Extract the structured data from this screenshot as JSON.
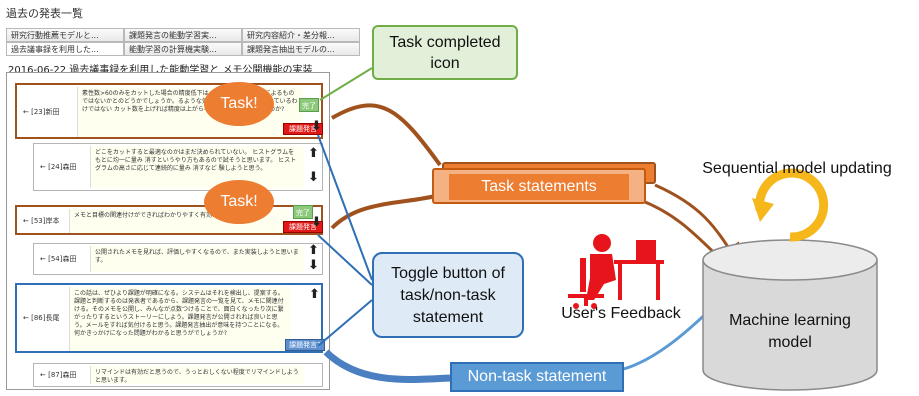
{
  "screen": {
    "page_title": "過去の発表一覧",
    "tabs_row1": [
      "研究行動推薦モデルと...",
      "課題発言の能動学習実...",
      "研究内容紹介・差分報..."
    ],
    "tabs_row2": [
      "過去議事録を利用した...",
      "能動学習の計算機実験...",
      "課題発言抽出モデルの..."
    ],
    "meeting_title": "2016-06-22 過去議事録を利用した能動学習と メモ公開機能の実装",
    "messages": [
      {
        "speaker": "← [23]新田",
        "text": "素性数>60のみをカットした場合の精度低下は、動機力を増す ことによるものではないかとのどうかでしょうか。るような気がするということを言っているわけではない カット数を上げれば精度は上がらないのか? 今がベストなのか?"
      },
      {
        "speaker": "← [24]森田",
        "text": "どこをカットすると最適なのかはまだ決められていない。 ヒストグラムをもとに均一に量み 消すというやり方もあるので試そうと思います。 ヒストグラムの高さに応じて連続的に量み 消すなど 験しようと思う。"
      },
      {
        "speaker": "← [53]岸本",
        "text": "メモと目標の関連付けができればわかりやすく有効"
      },
      {
        "speaker": "← [54]森田",
        "text": "公開されたメモを見れば、評価しやすくなるので、また実装しようと思います。"
      },
      {
        "speaker": "← [86]長尾",
        "text": "この話は、ぜひより課題が明確になる。システムはそれを検出し、提案する。課題と判断するのは発表者であるから、課題発言の一覧を見て、メモに関連付ける。そのメモを公開し、みんなが点数つけることで、面白くなったり次に繋がったりするというストーリーにしよう。課題発言が公開されれば良いと思う。メールをすれば気付けると思う。課題発言抽出が意味を持つことになる。何かきっかけになった問題がわかると思うがでしょうか?"
      },
      {
        "speaker": "← [87]森田",
        "text": "リマインドは有効だと思うので、うっとおしくない程度でリマインドしようと思います。"
      }
    ],
    "done_label": "完了",
    "task_button_label": "課題発言",
    "nontask_button_label": "課題発言?"
  },
  "callouts": {
    "task_completed": "Task completed icon",
    "task_bubble_1": "Task!",
    "task_bubble_2": "Task!",
    "task_statements": "Task statements",
    "toggle_button": "Toggle button of task/non-task statement",
    "non_task": "Non-task statement",
    "users_feedback": "User's Feedback",
    "sequential_updating": "Sequential model updating",
    "ml_model": "Machine learning model"
  },
  "colors": {
    "task_border": "#a0521e",
    "nontask_border": "#2e6fb5",
    "completed_fill": "#e2efd9",
    "completed_border": "#70ad47",
    "orange_fill": "#ed7d31",
    "blue_fill": "#5b9bd5",
    "pale_blue_fill": "#deebf7",
    "feedback_red": "#e8141c",
    "cycle_yellow": "#f5b71a",
    "cylinder_gray": "#d9d9d9"
  },
  "icons": [
    "arrow-down-icon",
    "arrow-up-icon",
    "user-at-desk-icon",
    "circular-arrows-icon"
  ]
}
